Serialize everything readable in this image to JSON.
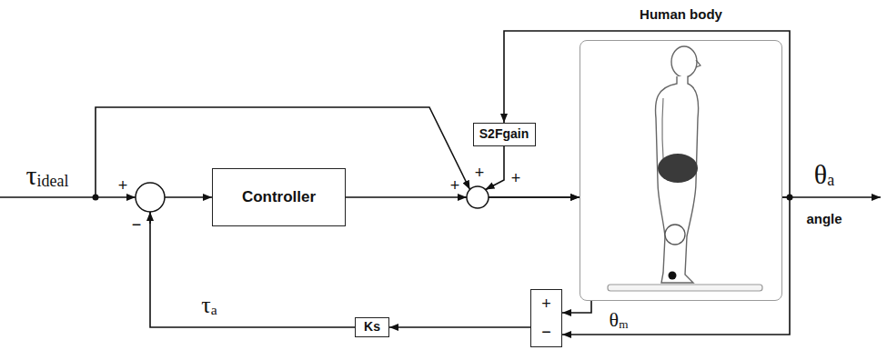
{
  "diagram": {
    "nodes": [
      {
        "text": [
          "Controller"
        ]
      },
      {
        "text": [
          "S2Fgain"
        ]
      },
      {
        "text": [
          "Human body"
        ]
      },
      {
        "text": [
          "+",
          "−"
        ]
      },
      {
        "text": [
          "Ks"
        ]
      }
    ],
    "edges": [
      {
        "from": 0,
        "to": 2,
        "arrow": "to"
      },
      {
        "from": 1,
        "to": 2,
        "arrow": "to"
      },
      {
        "from": 2,
        "to": 1,
        "arrow": "to"
      },
      {
        "from": 2,
        "to": 3,
        "arrow": "to"
      },
      {
        "from": 2,
        "to": 3,
        "arrow": "to"
      },
      {
        "from": 3,
        "to": 4,
        "arrow": "to"
      },
      {
        "from": 4,
        "to": 0,
        "arrow": "to"
      }
    ],
    "labels": [
      "τideal",
      "+",
      "−",
      "+",
      "+",
      "+",
      "θa",
      "angle",
      "τa",
      "θm"
    ]
  }
}
